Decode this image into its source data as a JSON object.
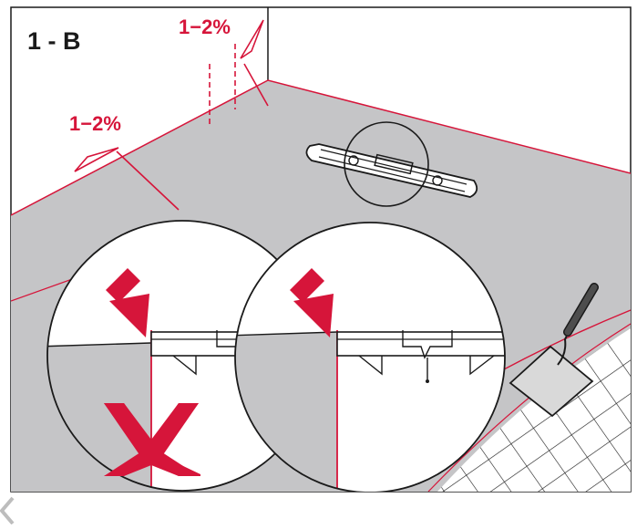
{
  "figure": {
    "step_label": "1 - B",
    "slope_label_wall": "1−2%",
    "slope_label_floor": "1−2%"
  },
  "colors": {
    "accent": "#d6153a",
    "floor": "#c5c5c7",
    "floor_dark": "#a9a9ab",
    "line": "#1a1a1a",
    "paper": "#ffffff"
  },
  "icons": {
    "wrong": "x-mark-icon",
    "pointer": "red-arrow-icon",
    "tool": "trowel-icon",
    "drain": "drain-channel-icon",
    "corner": "corner-bracket-icon"
  }
}
